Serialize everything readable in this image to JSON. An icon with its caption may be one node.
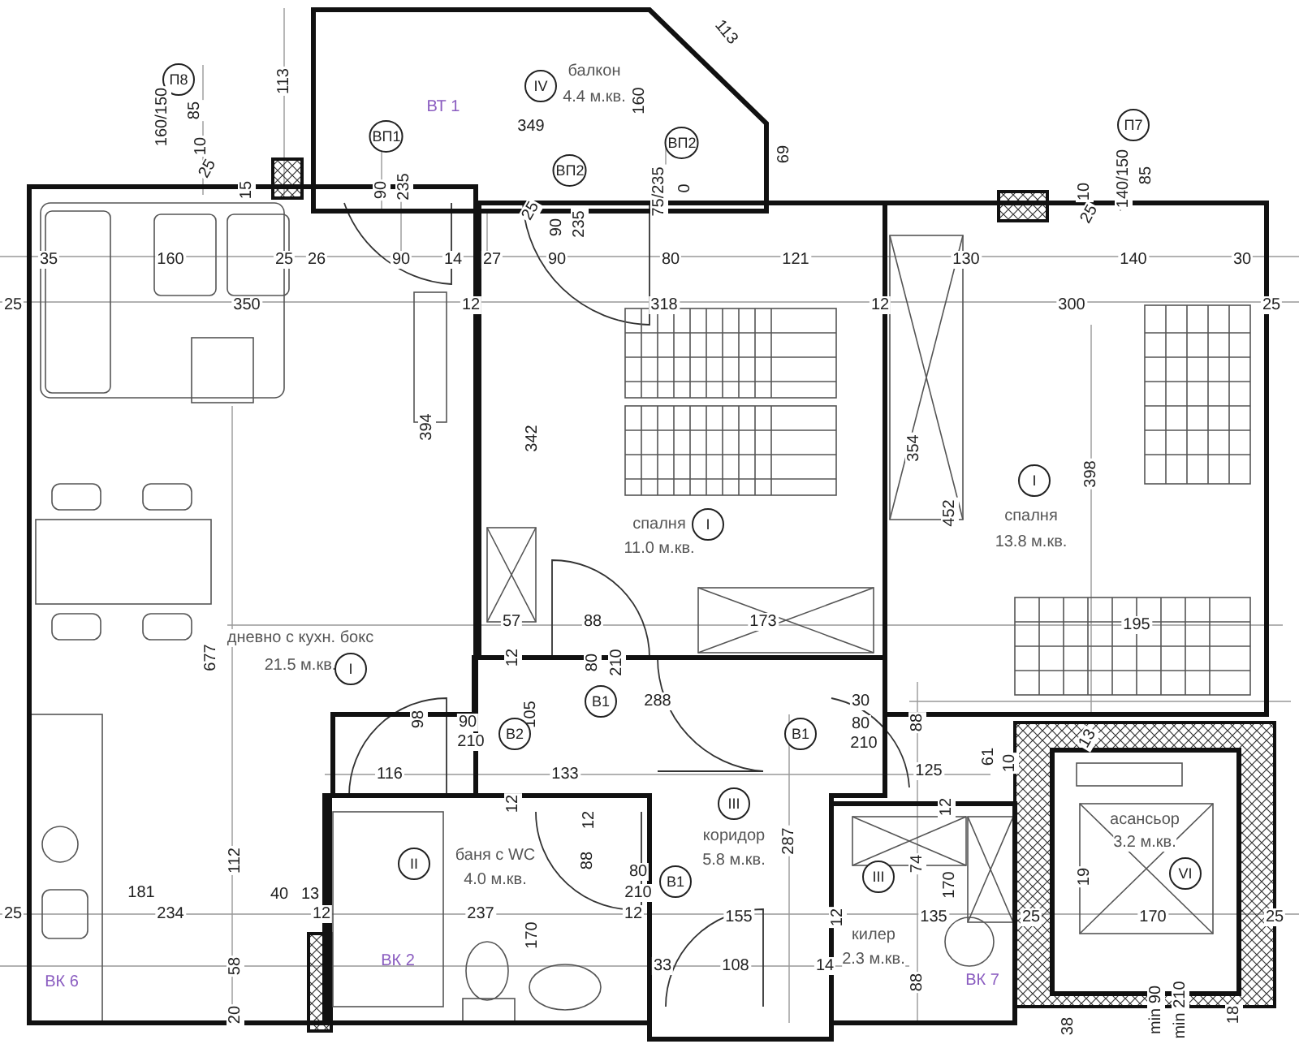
{
  "diagram": {
    "nodes": [
      {
        "text": [
          "балкон",
          "4.4 м.кв."
        ]
      },
      {
        "text": [
          "дневно с кухн. бокс",
          "21.5 м.кв."
        ]
      },
      {
        "text": [
          "спалня",
          "11.0 м.кв."
        ]
      },
      {
        "text": [
          "спалня",
          "13.8 м.кв."
        ]
      },
      {
        "text": [
          "коридор",
          "5.8 м.кв."
        ]
      },
      {
        "text": [
          "баня с WC",
          "4.0 м.кв."
        ]
      },
      {
        "text": [
          "килер",
          "2.3 м.кв."
        ]
      },
      {
        "text": [
          "асансьор",
          "3.2 м.кв."
        ]
      }
    ],
    "labels": [
      "113",
      "113",
      "П8",
      "160/150",
      "85",
      "10",
      "25",
      "15",
      "ВТ 1",
      "IV",
      "349",
      "160",
      "ВП1",
      "ВП2",
      "ВП2",
      "90",
      "235",
      "25",
      "90",
      "235",
      "75/235",
      "0",
      "69",
      "П7",
      "140/150",
      "85",
      "10",
      "25",
      "35",
      "160",
      "25",
      "26",
      "90",
      "14",
      "27",
      "90",
      "80",
      "121",
      "130",
      "140",
      "30",
      "25",
      "350",
      "12",
      "318",
      "12",
      "300",
      "25",
      "394",
      "342",
      "354",
      "452",
      "398",
      "I",
      "I",
      "57",
      "88",
      "173",
      "195",
      "677",
      "I",
      "12",
      "80",
      "210",
      "105",
      "В1",
      "288",
      "30",
      "98",
      "90",
      "210",
      "В2",
      "В1",
      "80",
      "210",
      "88",
      "61",
      "116",
      "133",
      "125",
      "10",
      "13",
      "12",
      "12",
      "III",
      "12",
      "88",
      "112",
      "II",
      "287",
      "74",
      "III",
      "80",
      "210",
      "19",
      "VI",
      "В1",
      "181",
      "40",
      "13",
      "170",
      "25",
      "234",
      "12",
      "237",
      "12",
      "155",
      "12",
      "135",
      "25",
      "170",
      "25",
      "170",
      "ВК 2",
      "58",
      "33",
      "108",
      "14",
      "88",
      "ВК 6",
      "ВК 7",
      "20",
      "min 90",
      "min 210",
      "38",
      "18"
    ]
  }
}
